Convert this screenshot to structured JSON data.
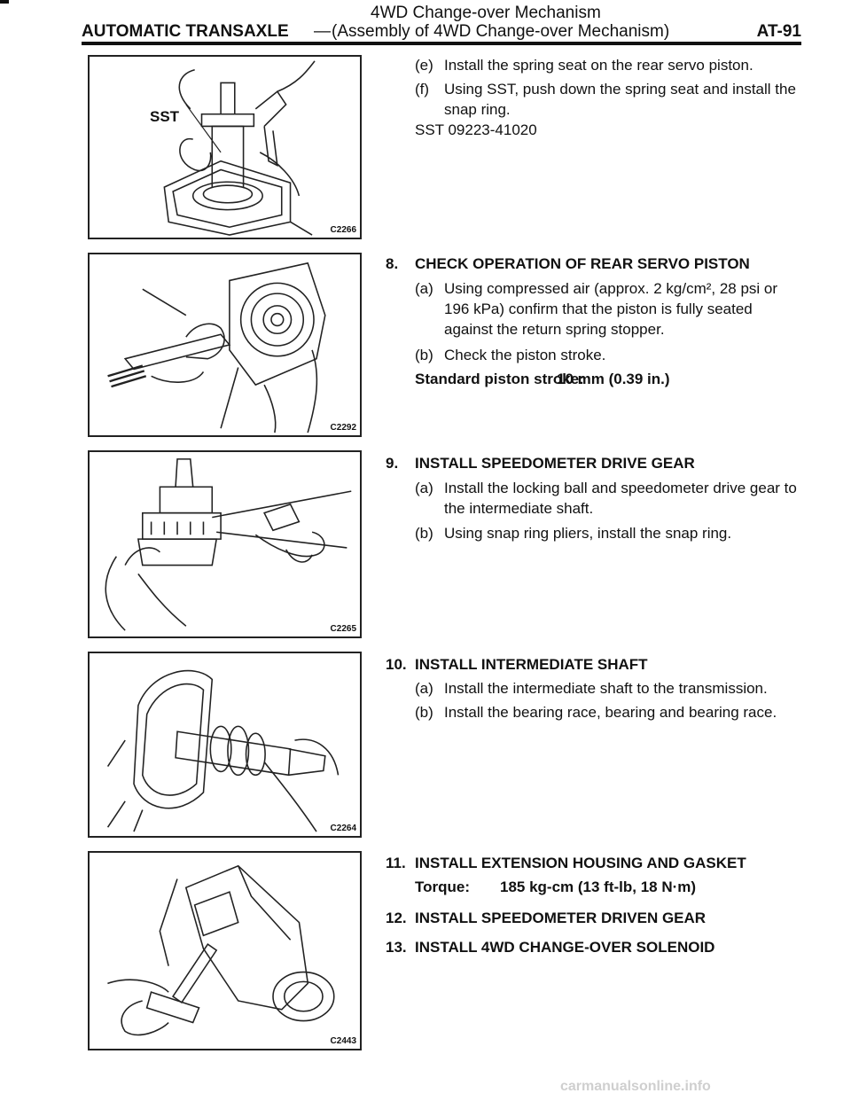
{
  "header": {
    "section": "4WD Change-over Mechanism",
    "chapter": "AUTOMATIC TRANSAXLE",
    "dash": "—",
    "subtitle": "(Assembly of 4WD Change-over Mechanism)",
    "page": "AT-91"
  },
  "figures": [
    {
      "code": "C2266",
      "label": "SST"
    },
    {
      "code": "C2292"
    },
    {
      "code": "C2265"
    },
    {
      "code": "C2264"
    },
    {
      "code": "C2443"
    }
  ],
  "intro": {
    "e_letter": "(e)",
    "e_text": "Install the spring seat on the rear servo piston.",
    "f_letter": "(f)",
    "f_text": "Using SST, push down the spring seat and install the snap ring.",
    "sst": "SST 09223-41020"
  },
  "step8": {
    "num": "8.",
    "title": "CHECK OPERATION OF REAR SERVO PISTON",
    "a_letter": "(a)",
    "a_text": "Using compressed air (approx. 2 kg/cm², 28 psi or 196 kPa) confirm that the piston is fully seated against the return spring stopper.",
    "b_letter": "(b)",
    "b_text": "Check the piston stroke.",
    "spec_label": "Standard piston stroke:",
    "spec_value": "10 mm (0.39 in.)"
  },
  "step9": {
    "num": "9.",
    "title": "INSTALL SPEEDOMETER DRIVE GEAR",
    "a_letter": "(a)",
    "a_text": "Install the locking ball and speedometer drive gear to the intermediate shaft.",
    "b_letter": "(b)",
    "b_text": "Using snap ring pliers, install the snap ring."
  },
  "step10": {
    "num": "10.",
    "title": "INSTALL INTERMEDIATE SHAFT",
    "a_letter": "(a)",
    "a_text": "Install the intermediate shaft to the transmission.",
    "b_letter": "(b)",
    "b_text": "Install the bearing race, bearing and bearing race."
  },
  "step11": {
    "num": "11.",
    "title": "INSTALL EXTENSION HOUSING AND GASKET",
    "torque_label": "Torque:",
    "torque_value": "185 kg-cm (13 ft-lb, 18 N·m)"
  },
  "step12": {
    "num": "12.",
    "title": "INSTALL SPEEDOMETER DRIVEN GEAR"
  },
  "step13": {
    "num": "13.",
    "title": "INSTALL 4WD CHANGE-OVER SOLENOID"
  },
  "footer": {
    "watermark": "carmanualsonline.info"
  }
}
